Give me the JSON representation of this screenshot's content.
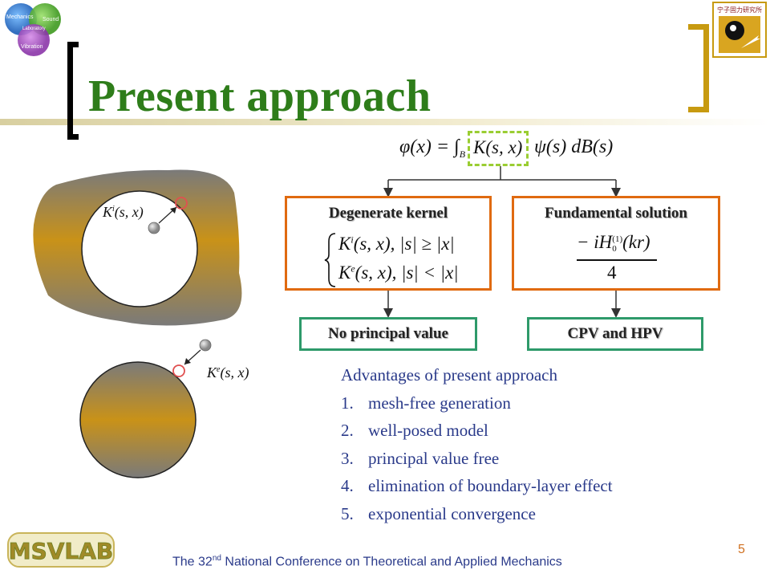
{
  "slide": {
    "title": "Present approach",
    "page_number": "5",
    "footer_pre": "The 32",
    "footer_sup": "nd",
    "footer_post": " National Conference on Theoretical and Applied Mechanics"
  },
  "logo_top_left": {
    "word1": "Mechanics",
    "word2": "Sound",
    "word3": "Laboratory",
    "word4": "Vibration"
  },
  "logo_bottom_left": {
    "text": "MSVLAB"
  },
  "logo_top_right": {
    "text": "宁子固力研究所"
  },
  "equation": {
    "lhs": "φ(x) = ∫",
    "sub": "B",
    "kernel": "K(s, x)",
    "rhs": "ψ(s) dB(s)"
  },
  "boxes": {
    "degenerate": {
      "label": "Degenerate kernel",
      "line1_k": "K",
      "line1_sup": "i",
      "line1_rest": "(s, x),  |s| ≥ |x|",
      "line2_k": "K",
      "line2_sup": "e",
      "line2_rest": "(s, x),  |s| < |x|"
    },
    "fundamental": {
      "label": "Fundamental solution",
      "numerator_pre": "− iH",
      "numerator_sup": "(1)",
      "numerator_sub": "0",
      "numerator_post": "(kr)",
      "denominator": "4"
    },
    "no_pv": {
      "label": "No principal value"
    },
    "cpv": {
      "label": "CPV and HPV"
    }
  },
  "figure": {
    "interior_label_k": "K",
    "interior_label_sup": "i",
    "interior_label_rest": "(s, x)",
    "exterior_label_k": "K",
    "exterior_label_sup": "e",
    "exterior_label_rest": "(s, x)"
  },
  "advantages": {
    "heading": "Advantages of present approach",
    "items": [
      {
        "num": "1.",
        "text": "mesh-free generation"
      },
      {
        "num": "2.",
        "text": "well-posed model"
      },
      {
        "num": "3.",
        "text": "principal value free"
      },
      {
        "num": "4.",
        "text": "elimination of boundary-layer effect"
      },
      {
        "num": "5.",
        "text": "exponential convergence"
      }
    ]
  },
  "colors": {
    "title": "#2e7d1a",
    "orange_box": "#e06a10",
    "green_box": "#2e9a6a",
    "bracket_gold": "#c79a10",
    "text_blue": "#2a3a8a",
    "dashed_kernel": "#9acd32",
    "boundary_point": "#e05050"
  }
}
